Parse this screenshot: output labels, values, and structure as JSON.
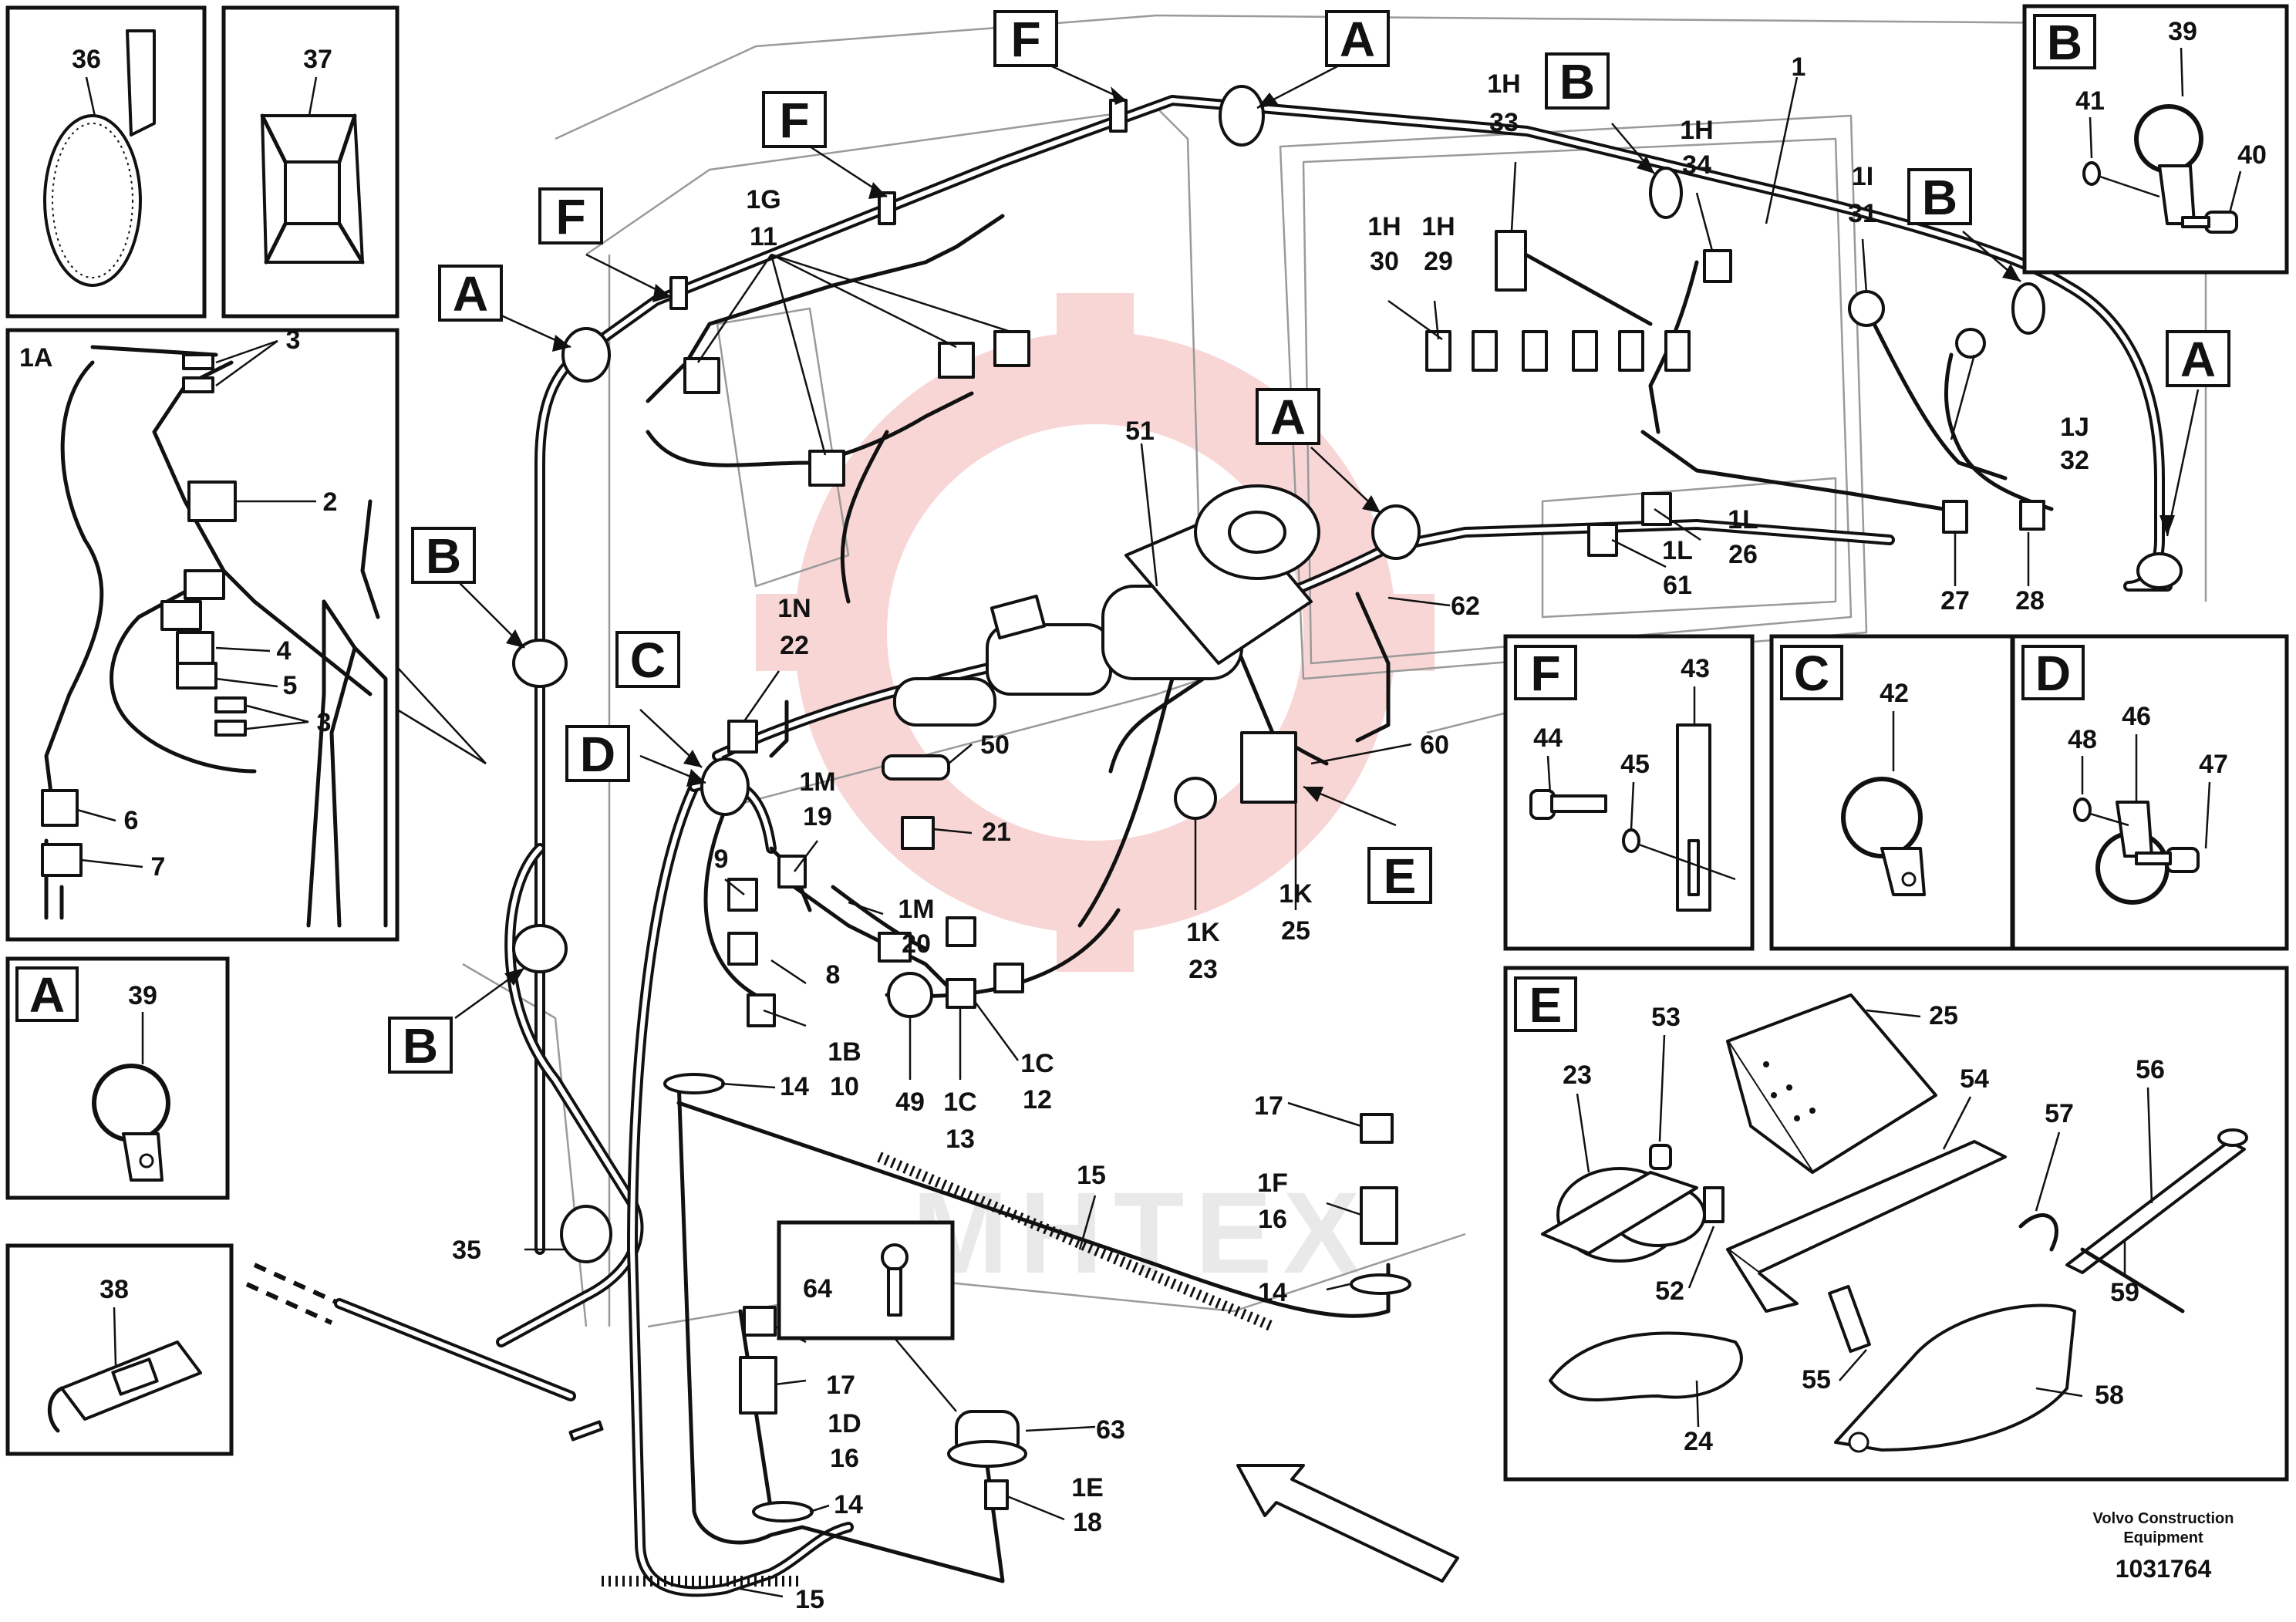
{
  "callouts": {
    "c36": "36",
    "c37": "37",
    "c1A": "1A",
    "c3a": "3",
    "c2": "2",
    "c4": "4",
    "c5": "5",
    "c3b": "3",
    "c6": "6",
    "c7": "7",
    "c39a": "39",
    "c38": "38",
    "c39b": "39",
    "c41": "41",
    "c40": "40",
    "c1": "1",
    "c1H_33a": "1H",
    "c1H_33b": "33",
    "c1H_34a": "1H",
    "c1H_34b": "34",
    "c1I_31a": "1I",
    "c1I_31b": "31",
    "c1J_32a": "1J",
    "c1J_32b": "32",
    "c1H_30a": "1H",
    "c1H_30b": "30",
    "c1H_29a": "1H",
    "c1H_29b": "29",
    "c1G_11a": "1G",
    "c1G_11b": "11",
    "c51": "51",
    "c1L_26a": "1L",
    "c1L_26b": "26",
    "c1L_61a": "1L",
    "c1L_61b": "61",
    "c27": "27",
    "c28": "28",
    "c62": "62",
    "c60": "60",
    "c1N_22a": "1N",
    "c1N_22b": "22",
    "c50": "50",
    "c21": "21",
    "c1M_19a": "1M",
    "c1M_19b": "19",
    "c1M_20a": "1M",
    "c1M_20b": "20",
    "c9": "9",
    "c8": "8",
    "c1B_10a": "1B",
    "c1B_10b": "10",
    "c14a": "14",
    "c49": "49",
    "c1C_13a": "1C",
    "c1C_13b": "13",
    "c1C_12a": "1C",
    "c1C_12b": "12",
    "c1K_23a": "1K",
    "c1K_23b": "23",
    "c1K_25a": "1K",
    "c1K_25b": "25",
    "c17a": "17",
    "c1F_16a": "1F",
    "c1F_16b": "16",
    "c14b": "14",
    "c15a": "15",
    "c35": "35",
    "c64": "64",
    "c17b": "17",
    "c1D_16a": "1D",
    "c1D_16b": "16",
    "c63": "63",
    "c1E_18a": "1E",
    "c1E_18b": "18",
    "c14c": "14",
    "c15b": "15",
    "c43": "43",
    "c44": "44",
    "c45": "45",
    "c42": "42",
    "c48": "48",
    "c46": "46",
    "c47": "47",
    "c25": "25",
    "c53": "53",
    "c23": "23",
    "c54": "54",
    "c56": "56",
    "c57": "57",
    "c52": "52",
    "c59": "59",
    "c55": "55",
    "c58": "58",
    "c24": "24"
  },
  "letter_tags": {
    "t1": "F",
    "t2": "A",
    "t3": "F",
    "t4": "F",
    "t5": "A",
    "t6": "B",
    "t7": "B",
    "t8": "A",
    "t9": "A",
    "t10": "B",
    "t11": "C",
    "t12": "D",
    "t13": "B",
    "t14": "E"
  },
  "detail_letters": {
    "B": "B",
    "A": "A",
    "F": "F",
    "C": "C",
    "D": "D",
    "E": "E"
  },
  "footer": {
    "line1": "Volvo Construction",
    "line2": "Equipment",
    "doc_number": "1031764",
    "watermark": "МНТЕХ"
  }
}
